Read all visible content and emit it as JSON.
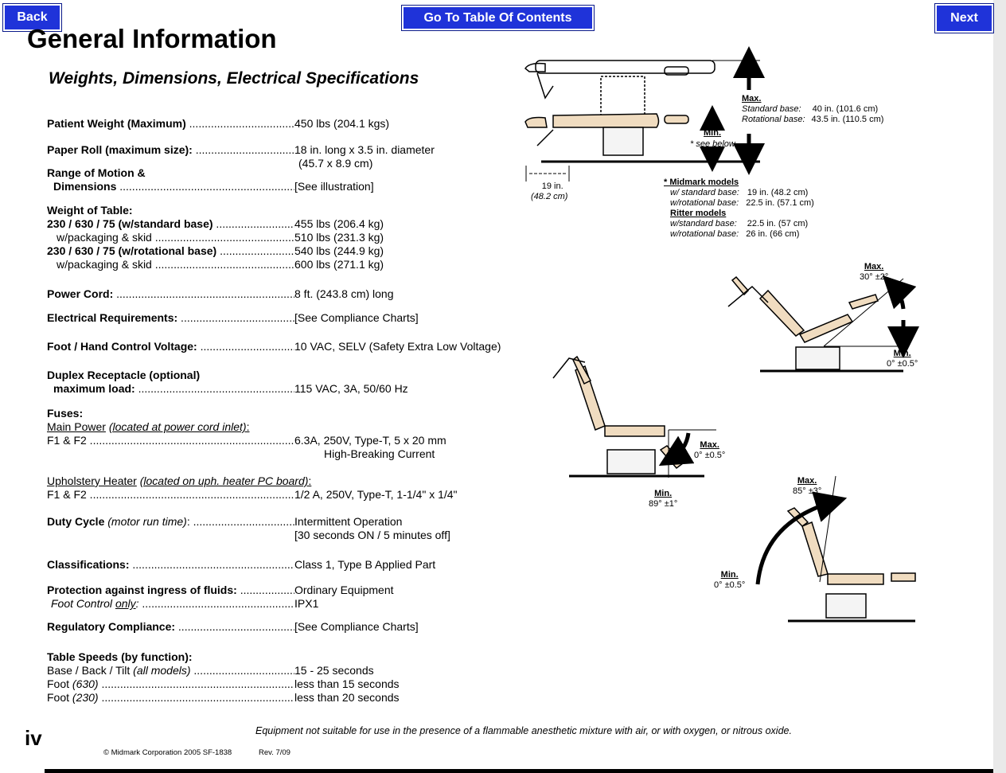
{
  "nav": {
    "back": "Back",
    "toc": "Go To Table Of Contents",
    "next": "Next"
  },
  "header": {
    "title": "General Information",
    "subtitle": "Weights, Dimensions, Electrical Specifications"
  },
  "specs": {
    "patient_weight": {
      "label": "Patient Weight (Maximum)",
      "value": "450 lbs (204.1 kgs)"
    },
    "paper_roll": {
      "label": "Paper Roll (maximum size):",
      "value": "18 in. long x 3.5 in. diameter",
      "value2": "(45.7 x 8.9 cm)"
    },
    "range_motion": {
      "label1": "Range of Motion &",
      "label2": "Dimensions",
      "value": "[See illustration]"
    },
    "weight_table": {
      "heading": "Weight of Table:",
      "r1": {
        "label": "230 / 630 / 75 (w/standard base)",
        "value": "455 lbs (206.4 kg)"
      },
      "r2": {
        "label": "w/packaging & skid",
        "value": "510 lbs (231.3 kg)"
      },
      "r3": {
        "label": "230 / 630 / 75 (w/rotational base)",
        "value": "540 lbs (244.9 kg)"
      },
      "r4": {
        "label": "w/packaging & skid",
        "value": "600 lbs (271.1 kg)"
      }
    },
    "power_cord": {
      "label": "Power Cord:",
      "value": "8 ft. (243.8 cm) long"
    },
    "electrical": {
      "label": "Electrical Requirements:",
      "value": "[See Compliance Charts]"
    },
    "foot_hand": {
      "label": "Foot / Hand Control Voltage:",
      "value": "10 VAC, SELV (Safety Extra Low Voltage)"
    },
    "duplex": {
      "label1": "Duplex Receptacle (optional)",
      "label2": "maximum load:",
      "value": "115 VAC, 3A, 50/60 Hz"
    },
    "fuses": {
      "heading": "Fuses:",
      "main_power": "Main Power",
      "main_power_note": "(located at power cord inlet)",
      "f1_label": "F1 & F2",
      "f1_value": "6.3A, 250V, Type-T, 5 x 20 mm",
      "f1_value2": "High-Breaking Current",
      "heater": "Upholstery Heater",
      "heater_note": "(located on uph. heater PC board)",
      "f2_label": "F1 & F2",
      "f2_value": "1/2 A, 250V, Type-T, 1-1/4\" x 1/4\""
    },
    "duty_cycle": {
      "label": "Duty Cycle",
      "note": "(motor run time)",
      "value": "Intermittent Operation",
      "value2": "[30 seconds ON / 5 minutes off]"
    },
    "classifications": {
      "label": "Classifications:",
      "value": "Class 1, Type B Applied Part"
    },
    "protection": {
      "label": "Protection against ingress of fluids:",
      "value": "Ordinary Equipment",
      "label2a": "Foot Control",
      "label2b": "only",
      "value2": "IPX1"
    },
    "regulatory": {
      "label": "Regulatory Compliance:",
      "value": "[See Compliance Charts]"
    },
    "speeds": {
      "heading": "Table Speeds (by function):",
      "r1a": "Base / Back / Tilt",
      "r1b": "(all models)",
      "r1v": "15 - 25 seconds",
      "r2a": "Foot",
      "r2b": "(630)",
      "r2v": "less than 15 seconds",
      "r3a": "Foot",
      "r3b": "(230)",
      "r3v": "less than 20 seconds"
    }
  },
  "diagram": {
    "top": {
      "max": "Max.",
      "std_label": "Standard base:",
      "std_value": "40 in. (101.6 cm)",
      "rot_label": "Rotational base:",
      "rot_value": "43.5 in. (110.5 cm)",
      "min": "Min.",
      "see_below": "* see below",
      "width_in": "19 in.",
      "width_cm": "(48.2 cm)",
      "midmark": "* Midmark models",
      "mm_std_label": "w/ standard base:",
      "mm_std_value": "19 in. (48.2 cm)",
      "mm_rot_label": "w/rotational base:",
      "mm_rot_value": "22.5 in. (57.1 cm)",
      "ritter": "Ritter models",
      "rt_std_label": "w/standard base:",
      "rt_std_value": "22.5 in. (57 cm)",
      "rt_rot_label": "w/rotational base:",
      "rt_rot_value": "26 in. (66 cm)"
    },
    "tilt": {
      "max": "Max.",
      "max_val": "30° ±2°",
      "min": "Min.",
      "min_val": "0° ±0.5°"
    },
    "foot": {
      "max": "Max.",
      "max_val": "0° ±0.5°",
      "min": "Min.",
      "min_val": "89° ±1°"
    },
    "back": {
      "max": "Max.",
      "max_val": "85° ±3°",
      "min": "Min.",
      "min_val": "0° ±0.5°"
    }
  },
  "footer": {
    "page": "iv",
    "warning": "Equipment not suitable for use in the presence of a flammable anesthetic mixture with air, or with oxygen, or nitrous oxide.",
    "copyright": "© Midmark Corporation 2005   SF-1838",
    "rev": "Rev. 7/09"
  }
}
